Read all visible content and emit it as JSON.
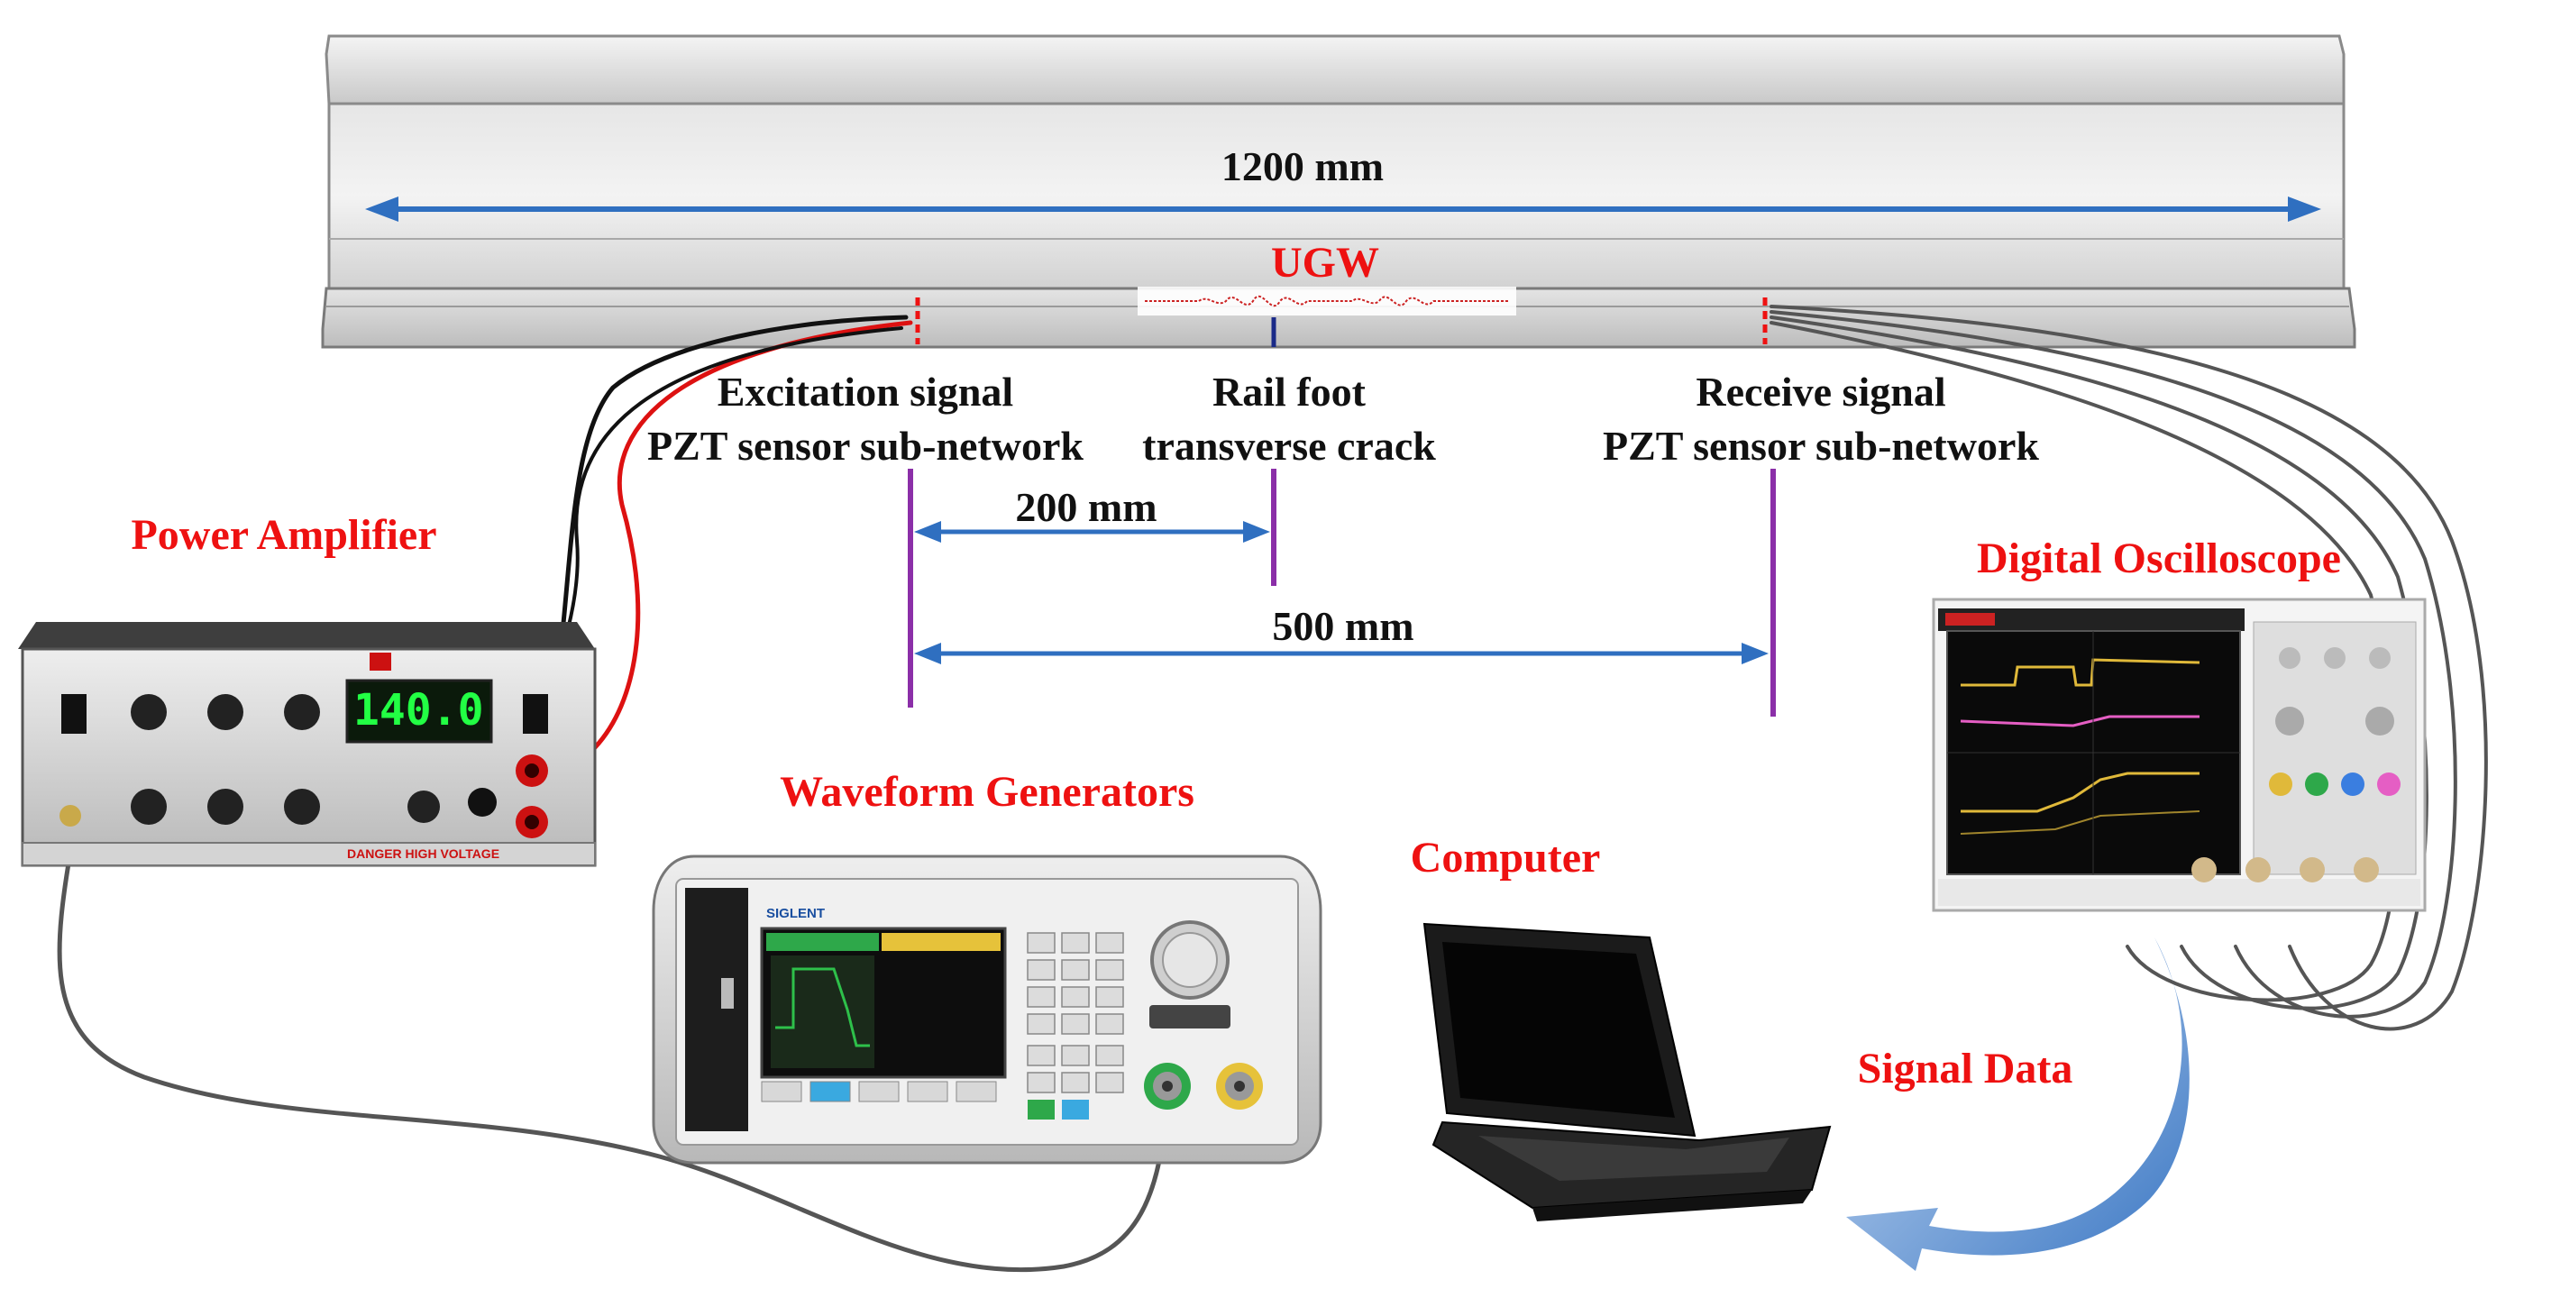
{
  "labels": {
    "rail_length": "1200 mm",
    "ugw": "UGW",
    "excitation": "Excitation signal\nPZT sensor sub-network",
    "crack": "Rail foot\ntransverse crack",
    "receive": "Receive signal\nPZT sensor sub-network",
    "dist_200": "200 mm",
    "dist_500": "500 mm",
    "power_amplifier": "Power Amplifier",
    "waveform_generators": "Waveform Generators",
    "computer": "Computer",
    "digital_oscilloscope": "Digital Oscilloscope",
    "signal_data": "Signal Data"
  },
  "devices": {
    "amplifier_display": "140.0",
    "amplifier_warning": "DANGER HIGH VOLTAGE",
    "generator_brand": "SIGLENT"
  },
  "colors": {
    "dimension_arrow": "#2f6fc0",
    "label_red": "#ee1111",
    "sensor_line": "#8b2fa8",
    "signal_arrow": "#4a86d4",
    "amplifier_display_digits": "#22ff44"
  }
}
